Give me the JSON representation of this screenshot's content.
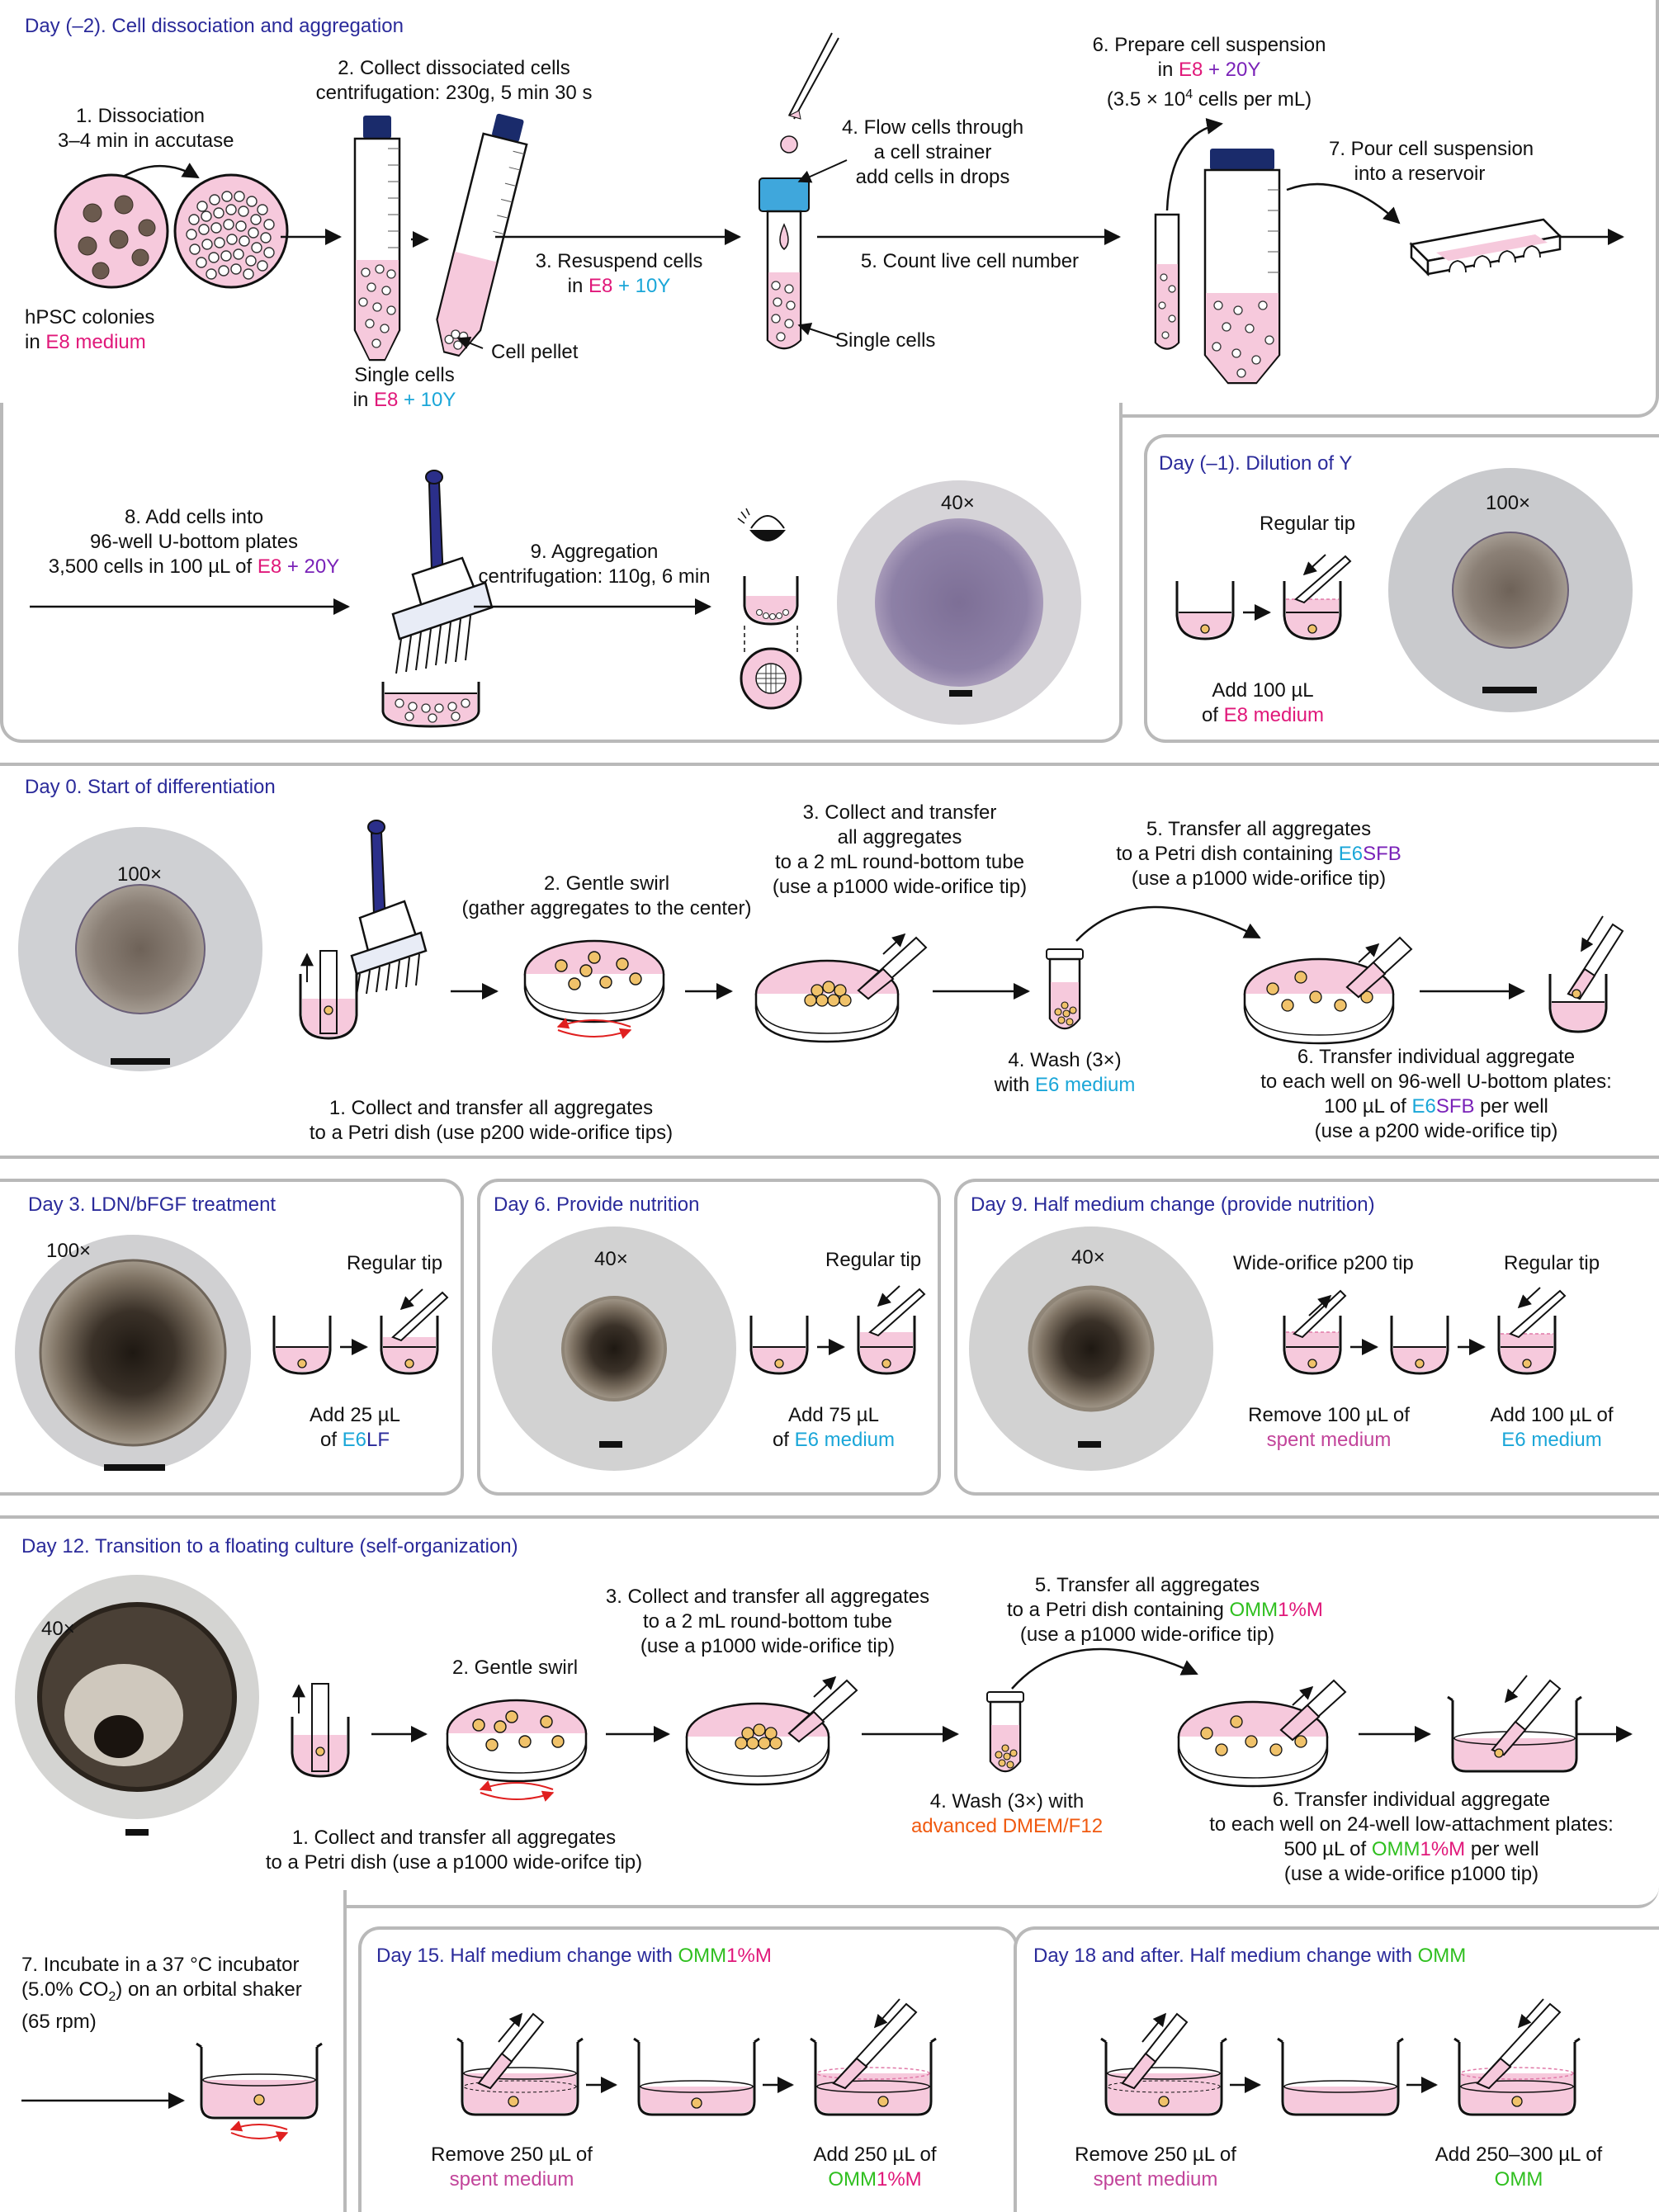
{
  "colors": {
    "panel_border": "#b9b9b9",
    "title": "#2a2a9a",
    "pink_medium": "#f6c9dc",
    "E8": "#e0187a",
    "Y": "#1aa6d8",
    "E6": "#1aa6d8",
    "SFB": "#7a22b8",
    "OMM": "#2fbf1f",
    "advanced": "#f05a10",
    "swirl": "#e02020"
  },
  "p1": {
    "title": "Day (–2). Cell dissociation and aggregation",
    "s1": [
      "1. Dissociation",
      "3–4 min in accutase"
    ],
    "colonies": "hPSC colonies",
    "colonies_in": "in",
    "colonies_medium": "E8 medium",
    "s2": [
      "2. Collect dissociated cells",
      "centrifugation: 230g, 5 min 30 s"
    ],
    "single_cells": "Single cells",
    "in": "in",
    "e8": "E8",
    "plus10y": " + 10Y",
    "cell_pellet": "Cell pellet",
    "s3": "3. Resuspend cells",
    "s4": [
      "4. Flow cells through",
      "a cell strainer",
      "add cells in drops"
    ],
    "single_cells_label": "Single cells",
    "s5": "5. Count live cell number",
    "s6_a": "6. Prepare cell suspension",
    "plus20y": " + 20Y",
    "s6_c": "(3.5 × 10",
    "s6_sup": "4",
    "s6_d": " cells per mL)",
    "s7": [
      "7. Pour cell suspension",
      "into a reservoir"
    ],
    "s8": [
      "8. Add cells into",
      "96-well U-bottom plates"
    ],
    "s8_c": "3,500 cells in 100 µL of ",
    "s9": [
      "9. Aggregation",
      "centrifugation: 110g, 6 min"
    ],
    "mag": "40×"
  },
  "p2": {
    "title": "Day (–1). Dilution of Y",
    "regular_tip": "Regular tip",
    "mag": "100×",
    "add": "Add 100 µL",
    "of": "of ",
    "medium": "E8 medium"
  },
  "p3": {
    "title": "Day 0. Start of differentiation",
    "mag": "100×",
    "s1": [
      "1. Collect and transfer all aggregates",
      "to a Petri dish (use p200 wide-orifice tips)"
    ],
    "s2": [
      "2. Gentle swirl",
      "(gather aggregates to the center)"
    ],
    "s3": [
      "3. Collect and transfer",
      "all aggregates",
      "to a 2 mL round-bottom tube",
      "(use a p1000 wide-orifice tip)"
    ],
    "s4": "4. Wash (3×)",
    "s4_with": "with ",
    "e6medium": "E6 medium",
    "s5_a": "5. Transfer all aggregates",
    "s5_b": "to a Petri dish containing ",
    "e6": "E6",
    "sfb": "SFB",
    "s5_c": "(use a p1000 wide-orifice tip)",
    "s6": [
      "6. Transfer individual aggregate",
      "to each well on 96-well U-bottom plates:"
    ],
    "s6_c": "100 µL of ",
    "s6_c2": " per well",
    "s6_d": "(use a p200 wide-orifice tip)"
  },
  "p4": {
    "title": "Day 3. LDN/bFGF treatment",
    "mag": "100×",
    "regular_tip": "Regular tip",
    "add": "Add 25 µL",
    "of": "of ",
    "e6": "E6",
    "lf": "LF"
  },
  "p5": {
    "title": "Day 6. Provide nutrition",
    "mag": "40×",
    "regular_tip": "Regular tip",
    "add": "Add 75 µL",
    "of": "of ",
    "medium": "E6 medium"
  },
  "p6": {
    "title": "Day 9. Half medium change (provide nutrition)",
    "mag": "40×",
    "wide_tip": "Wide-orifice p200 tip",
    "regular_tip": "Regular tip",
    "remove": "Remove 100 µL of",
    "spent": "spent medium",
    "add": "Add 100 µL of",
    "medium": "E6 medium"
  },
  "p7": {
    "title": "Day 12. Transition to a floating culture (self-organization)",
    "mag": "40×",
    "s1": [
      "1. Collect and transfer all aggregates",
      "to a Petri dish (use a p1000 wide-orifce tip)"
    ],
    "s2": "2. Gentle swirl",
    "s3": [
      "3. Collect and transfer all aggregates",
      "to a 2 mL round-bottom tube",
      "(use a p1000 wide-orifice tip)"
    ],
    "s4": "4. Wash (3×) with",
    "advanced": "advanced DMEM/F12",
    "s5_a": "5. Transfer all aggregates",
    "s5_b": "to a Petri dish containing ",
    "omm": "OMM",
    "pct": "1%M",
    "s5_c": "(use a p1000 wide-orifice tip)",
    "s6": [
      "6. Transfer individual aggregate",
      "to each well on 24-well low-attachment plates:"
    ],
    "s6_c": "500 µL of ",
    "s6_c2": " per well",
    "s6_d": "(use a wide-orifice p1000 tip)",
    "s7_a": "7. Incubate in a 37 °C incubator",
    "s7_b": "(5.0% CO",
    "s7_sub": "2",
    "s7_c": ") on an orbital shaker",
    "s7_d": "(65 rpm)"
  },
  "p8": {
    "title_a": "Day 15. Half medium change with ",
    "omm": "OMM",
    "pct": "1%M",
    "remove": "Remove 250 µL of",
    "spent": "spent medium",
    "add": "Add 250 µL of"
  },
  "p9": {
    "title_a": "Day 18 and after. Half medium change with ",
    "omm": "OMM",
    "remove": "Remove 250 µL of",
    "spent": "spent medium",
    "add": "Add 250–300 µL of"
  }
}
